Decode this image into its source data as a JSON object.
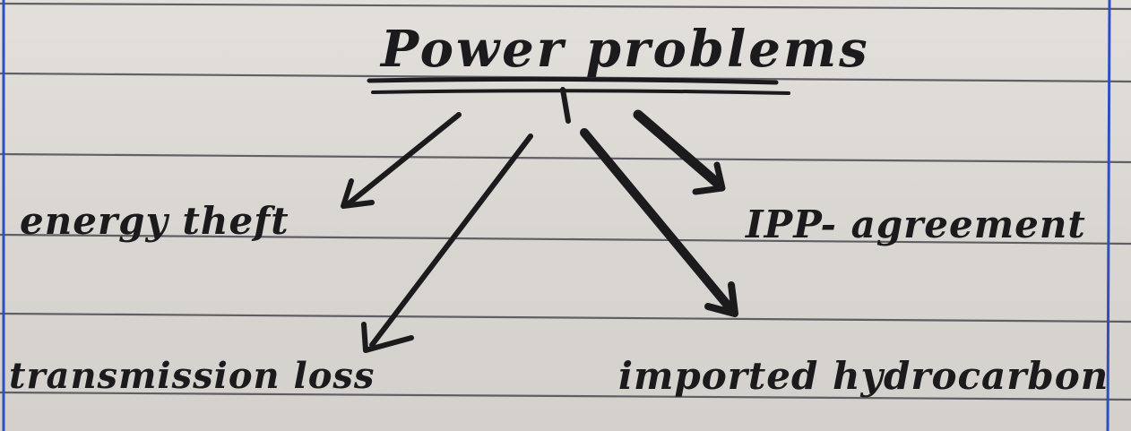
{
  "colors": {
    "paper": "#ddd9d5",
    "ruled_line": "#4a4a52",
    "margin_line": "#2f4fbf",
    "ink": "#1b1b1e"
  },
  "diagram": {
    "title": "Power problems",
    "items": [
      {
        "text": "energy theft"
      },
      {
        "text": "IPP- agreement"
      },
      {
        "text": "transmission loss"
      },
      {
        "text": "imported hydrocarbon"
      }
    ]
  }
}
